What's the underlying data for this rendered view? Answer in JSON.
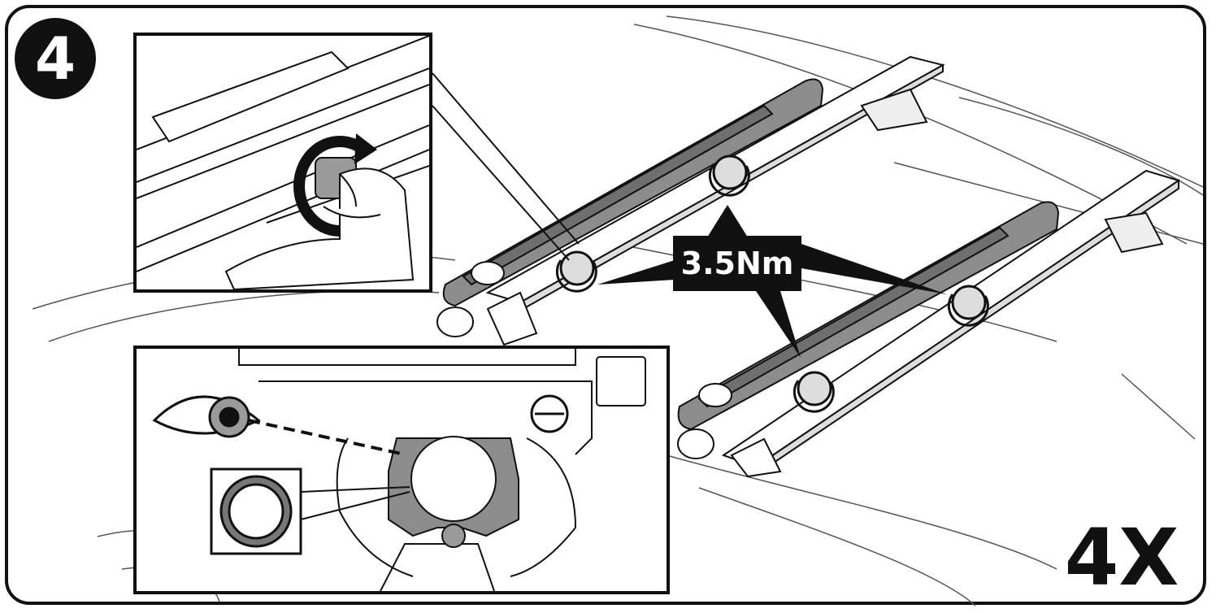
{
  "step": {
    "number": "4"
  },
  "torque": {
    "value": "3.5Nm"
  },
  "quantity": {
    "label": "4X"
  },
  "colors": {
    "ink": "#111111",
    "carrier_gray": "#8c8c8c",
    "eye_gray": "#9a9a9a",
    "background": "#ffffff"
  },
  "icons": [
    "rotate-arrow-icon",
    "eye-icon",
    "pipe-cross-section-icon"
  ]
}
